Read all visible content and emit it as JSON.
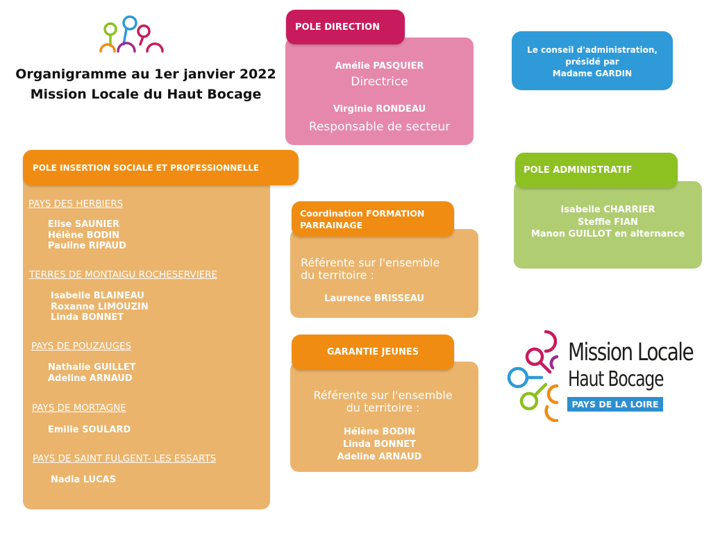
{
  "title": {
    "line1": "Organigramme au 1er janvier 2022",
    "line2": "Mission Locale du Haut Bocage"
  },
  "direction": {
    "label": "POLE DIRECTION",
    "person1": "Amélie PASQUIER",
    "role1": "Directrice",
    "person2": "Virginie RONDEAU",
    "role2": "Responsable de secteur"
  },
  "conseil": {
    "line1": "Le conseil d'administration,",
    "line2": "présidé par",
    "line3": "Madame GARDIN"
  },
  "insertion": {
    "label": "POLE INSERTION SOCIALE ET PROFESSIONNELLE",
    "regions": [
      {
        "name": "PAYS DES HERBIERS",
        "staff": [
          "Elise SAUNIER",
          "Hélène BODIN",
          "Pauline RIPAUD"
        ]
      },
      {
        "name": "TERRES DE MONTAIGU ROCHESERVIERE",
        "staff": [
          "Isabelle BLAINEAU",
          "Roxanne LIMOUZIN",
          "Linda BONNET"
        ]
      },
      {
        "name": "PAYS DE POUZAUGES",
        "staff": [
          "Nathalie GUILLET",
          "Adeline ARNAUD"
        ]
      },
      {
        "name": "PAYS DE MORTAGNE",
        "staff": [
          "Emilie SOULARD"
        ]
      },
      {
        "name": "PAYS DE SAINT FULGENT- LES ESSARTS",
        "staff": [
          "Nadia LUCAS"
        ]
      }
    ]
  },
  "coordination": {
    "label_line1": "Coordination FORMATION",
    "label_line2": "PARRAINAGE",
    "ref_line1": "Référente sur l'ensemble",
    "ref_line2": "du territoire :",
    "staff": [
      "Laurence BRISSEAU"
    ]
  },
  "garantie": {
    "label": "GARANTIE JEUNES",
    "ref_line1": "Référente sur l'ensemble",
    "ref_line2": "du territoire :",
    "staff": [
      "Hélène BODIN",
      "Linda BONNET",
      "Adeline ARNAUD"
    ]
  },
  "administratif": {
    "label": "POLE ADMINISTRATIF",
    "staff": [
      "Isabelle CHARRIER",
      "Steffie FIAN",
      "Manon GUILLOT en alternance"
    ]
  },
  "brand": {
    "name": "Mission Locale",
    "sub": "Haut Bocage",
    "region": "PAYS DE LA LOIRE"
  },
  "colors": {
    "direction": "#c81b5c",
    "direction_box": "#e688ab",
    "conseil": "#2e9ad8",
    "insertion": "#f08c12",
    "insertion_box": "#ebb46c",
    "administratif": "#8dc021",
    "administratif_box": "#b0cd72"
  },
  "icons": [
    "mission-locale-logo-small",
    "mission-locale-logo-large"
  ]
}
